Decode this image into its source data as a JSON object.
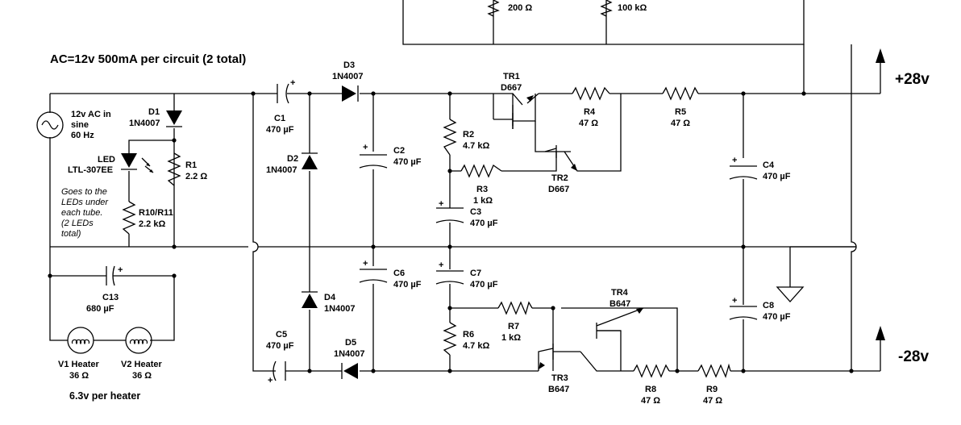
{
  "header": {
    "title": "AC=12v 500mA per circuit (2 total)"
  },
  "footer": {
    "note": "6.3v per heater"
  },
  "outputs": {
    "positive": "+28v",
    "negative": "-28v"
  },
  "top_resistors": {
    "left": "200 Ω",
    "right": "100 kΩ"
  },
  "source": {
    "lines": [
      "12v AC in",
      "sine",
      "60 Hz"
    ]
  },
  "led": {
    "name": "LED",
    "part": "LTL-307EE"
  },
  "note": {
    "lines": [
      "Goes to the",
      "LEDs under",
      "each tube.",
      "(2 LEDs",
      "total)"
    ]
  },
  "components": {
    "D1": {
      "name": "D1",
      "value": "1N4007"
    },
    "D2": {
      "name": "D2",
      "value": "1N4007"
    },
    "D3": {
      "name": "D3",
      "value": "1N4007"
    },
    "D4": {
      "name": "D4",
      "value": "1N4007"
    },
    "D5": {
      "name": "D5",
      "value": "1N4007"
    },
    "R1": {
      "name": "R1",
      "value": "2.2 Ω"
    },
    "R10": {
      "name": "R10/R11",
      "value": "2.2 kΩ"
    },
    "R2": {
      "name": "R2",
      "value": "4.7 kΩ"
    },
    "R3": {
      "name": "R3",
      "value": "1 kΩ"
    },
    "R4": {
      "name": "R4",
      "value": "47 Ω"
    },
    "R5": {
      "name": "R5",
      "value": "47 Ω"
    },
    "R6": {
      "name": "R6",
      "value": "4.7 kΩ"
    },
    "R7": {
      "name": "R7",
      "value": "1 kΩ"
    },
    "R8": {
      "name": "R8",
      "value": "47 Ω"
    },
    "R9": {
      "name": "R9",
      "value": "47 Ω"
    },
    "C1": {
      "name": "C1",
      "value": "470 µF"
    },
    "C2": {
      "name": "C2",
      "value": "470 µF"
    },
    "C3": {
      "name": "C3",
      "value": "470 µF"
    },
    "C4": {
      "name": "C4",
      "value": "470 µF"
    },
    "C5": {
      "name": "C5",
      "value": "470 µF"
    },
    "C6": {
      "name": "C6",
      "value": "470 µF"
    },
    "C7": {
      "name": "C7",
      "value": "470 µF"
    },
    "C8": {
      "name": "C8",
      "value": "470 µF"
    },
    "C13": {
      "name": "C13",
      "value": "680 µF"
    },
    "TR1": {
      "name": "TR1",
      "value": "D667"
    },
    "TR2": {
      "name": "TR2",
      "value": "D667"
    },
    "TR3": {
      "name": "TR3",
      "value": "B647"
    },
    "TR4": {
      "name": "TR4",
      "value": "B647"
    },
    "V1": {
      "name": "V1 Heater",
      "value": "36 Ω"
    },
    "V2": {
      "name": "V2 Heater",
      "value": "36 Ω"
    }
  }
}
